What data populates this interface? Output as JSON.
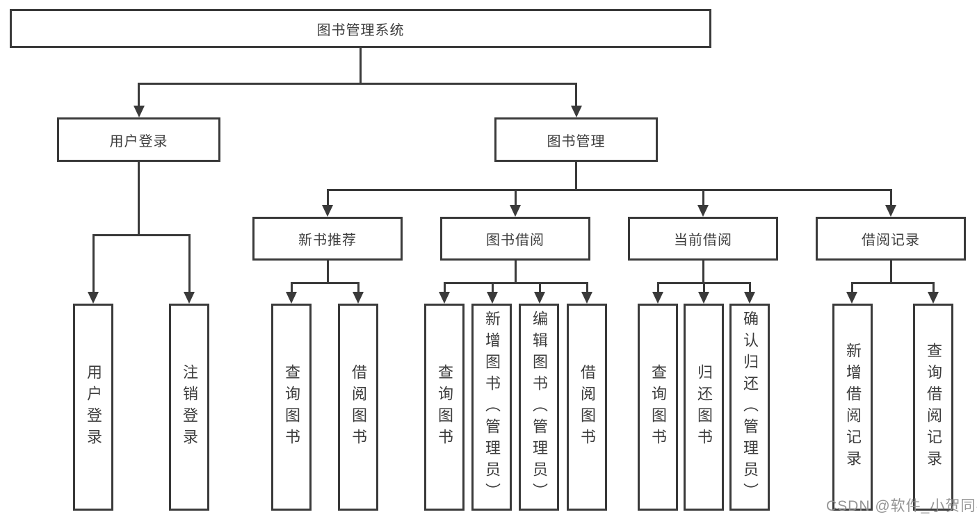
{
  "diagram_title": "图书管理系统",
  "tree": {
    "label": "图书管理系统",
    "children": [
      {
        "label": "用户登录",
        "children": [
          {
            "label": "用户登录"
          },
          {
            "label": "注销登录"
          }
        ]
      },
      {
        "label": "图书管理",
        "children": [
          {
            "label": "新书推荐",
            "children": [
              {
                "label": "查询图书"
              },
              {
                "label": "借阅图书"
              }
            ]
          },
          {
            "label": "图书借阅",
            "children": [
              {
                "label": "查询图书"
              },
              {
                "label": "新增图书（管理员）"
              },
              {
                "label": "编辑图书（管理员）"
              },
              {
                "label": "借阅图书"
              }
            ]
          },
          {
            "label": "当前借阅",
            "children": [
              {
                "label": "查询图书"
              },
              {
                "label": "归还图书"
              },
              {
                "label": "确认归还（管理员）"
              }
            ]
          },
          {
            "label": "借阅记录",
            "children": [
              {
                "label": "新增借阅记录"
              },
              {
                "label": "查询借阅记录"
              }
            ]
          }
        ]
      }
    ]
  },
  "watermark": {
    "text": "CSDN @软件_小贺同学"
  },
  "colors": {
    "line": "#3a3a3a",
    "text": "#3d3d3d",
    "background": "#ffffff",
    "watermark": "#8c8c8c"
  }
}
